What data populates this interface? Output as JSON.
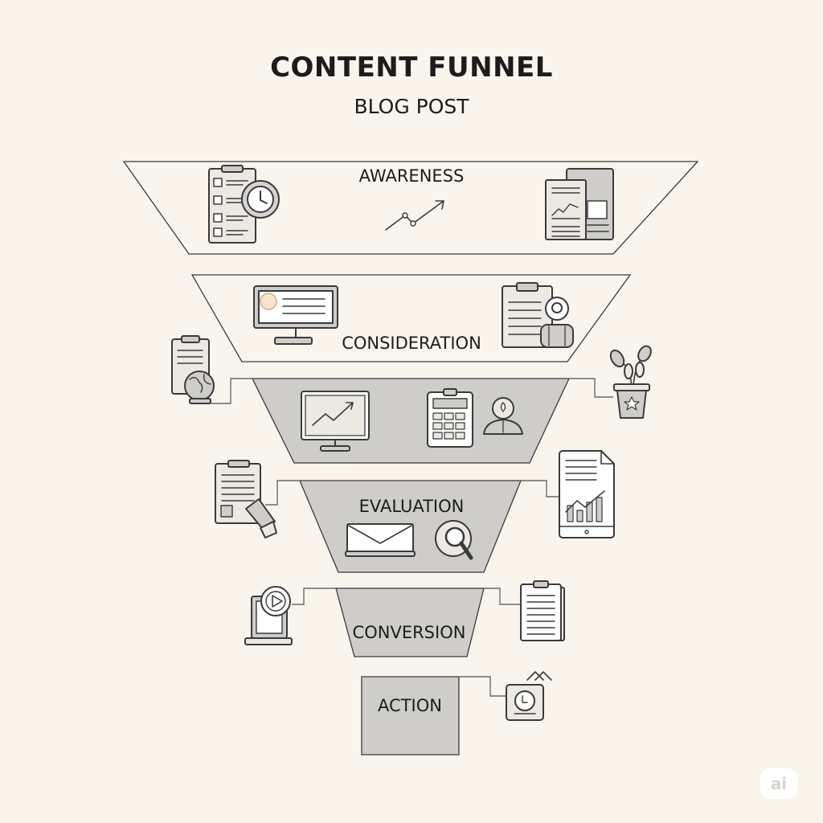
{
  "diagram": {
    "title": "CONTENT FUNNEL",
    "subtitle": "BLOG POST",
    "stages": [
      {
        "id": "awareness",
        "label": "AWARENESS"
      },
      {
        "id": "consideration",
        "label": "CONSIDERATION"
      },
      {
        "id": "stage3",
        "label": ""
      },
      {
        "id": "evaluation",
        "label": "EVALUATION"
      },
      {
        "id": "conversion",
        "label": "CONVERSION"
      },
      {
        "id": "action",
        "label": "ACTION"
      }
    ]
  },
  "colors": {
    "background": "#faf5ec",
    "light_band": "#faf5ec",
    "dark_band": "#cfcdca",
    "stroke": "#3a3a3a",
    "icon_fill": "#ece9e3",
    "icon_dark": "#8e8e8e"
  },
  "icons": [
    "checklist-clock-icon",
    "trend-line-icon",
    "report-chart-icon",
    "monitor-profile-icon",
    "document-person-icon",
    "clipboard-globe-icon",
    "plant-pot-icon",
    "monitor-chart-icon",
    "calculator-icon",
    "person-idea-icon",
    "clipboard-megaphone-icon",
    "chart-document-icon",
    "envelope-icon",
    "magnifier-icon",
    "laptop-play-icon",
    "clipboard-list-icon",
    "profile-card-icon"
  ],
  "watermark": "ai"
}
